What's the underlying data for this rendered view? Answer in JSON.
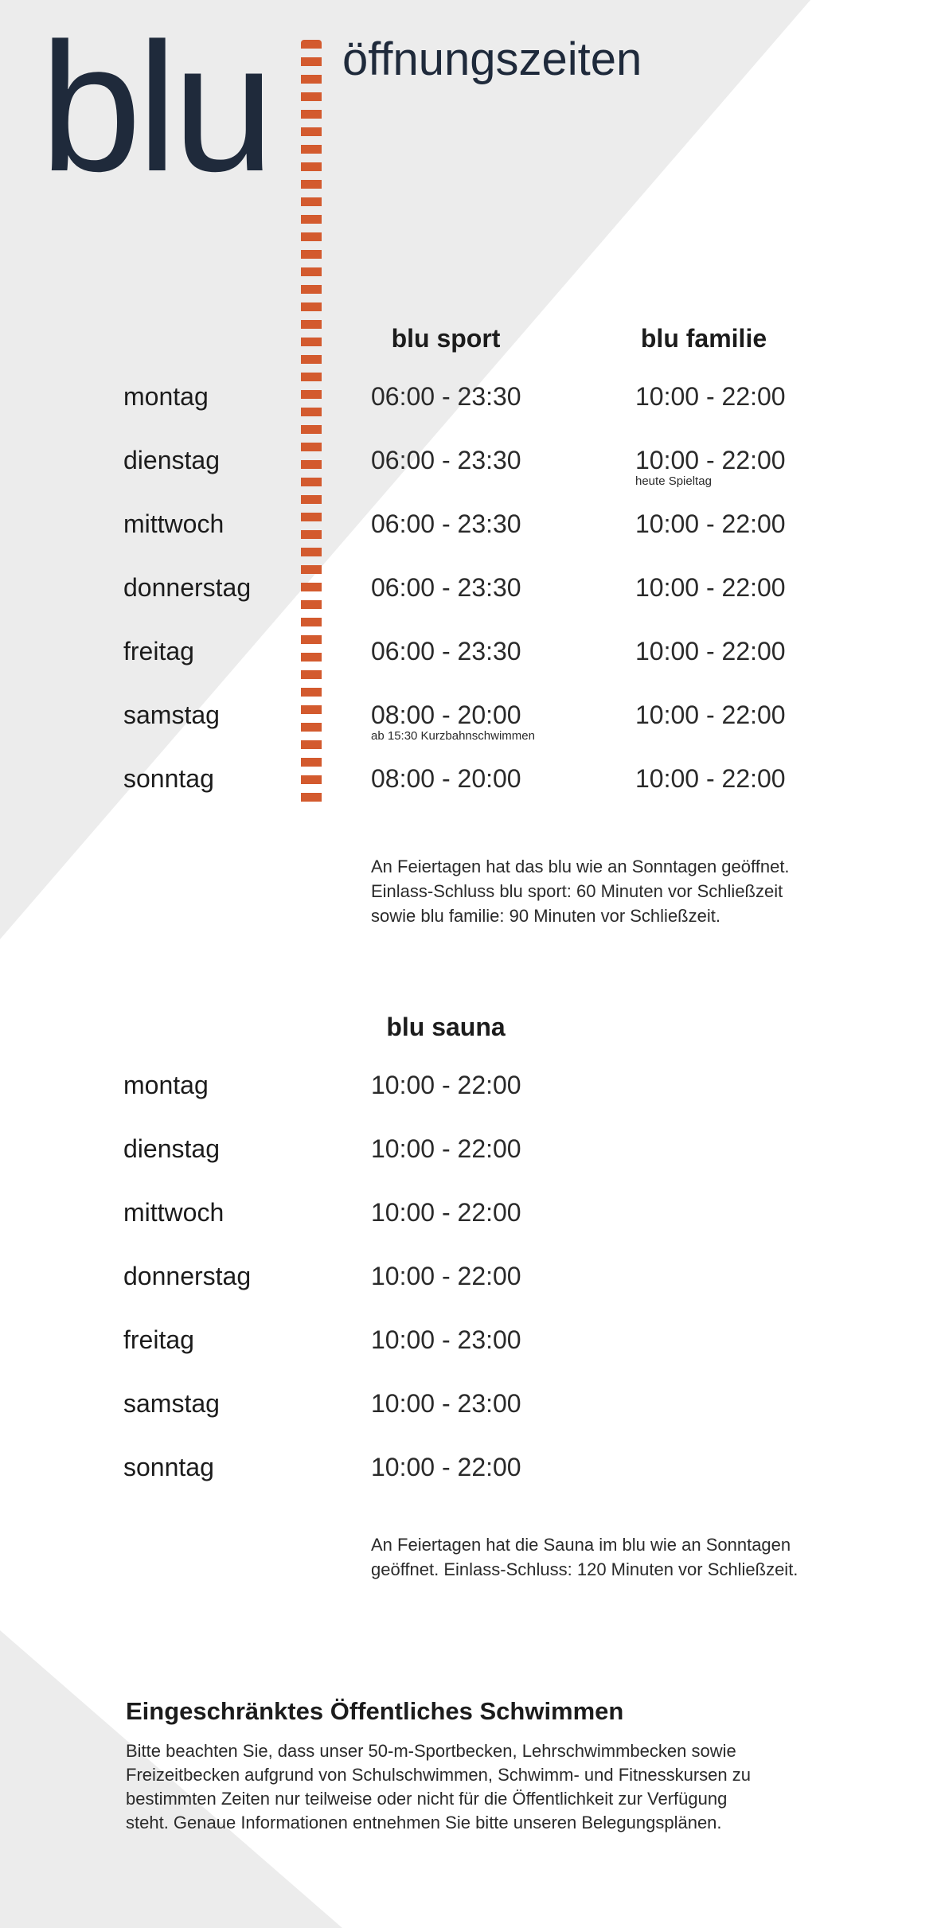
{
  "header": {
    "logo_text": "blu",
    "title": "öffnungszeiten"
  },
  "schedule_main": {
    "columns": [
      "blu sport",
      "blu familie"
    ],
    "rows": [
      {
        "day": "montag",
        "sport": "06:00 - 23:30",
        "familie": "10:00 - 22:00",
        "sport_note": "",
        "familie_note": ""
      },
      {
        "day": "dienstag",
        "sport": "06:00 - 23:30",
        "familie": "10:00 - 22:00",
        "sport_note": "",
        "familie_note": "heute Spieltag"
      },
      {
        "day": "mittwoch",
        "sport": "06:00 - 23:30",
        "familie": "10:00 - 22:00",
        "sport_note": "",
        "familie_note": ""
      },
      {
        "day": "donnerstag",
        "sport": "06:00 - 23:30",
        "familie": "10:00 - 22:00",
        "sport_note": "",
        "familie_note": ""
      },
      {
        "day": "freitag",
        "sport": "06:00 - 23:30",
        "familie": "10:00 - 22:00",
        "sport_note": "",
        "familie_note": ""
      },
      {
        "day": "samstag",
        "sport": "08:00 - 20:00",
        "familie": "10:00 - 22:00",
        "sport_note": "ab 15:30 Kurzbahnschwimmen",
        "familie_note": ""
      },
      {
        "day": "sonntag",
        "sport": "08:00 - 20:00",
        "familie": "10:00 - 22:00",
        "sport_note": "",
        "familie_note": ""
      }
    ],
    "note_lines": [
      "An Feiertagen hat das blu wie an Sonntagen geöffnet.",
      "Einlass-Schluss blu sport: 60 Minuten vor Schließzeit",
      "sowie blu familie: 90 Minuten vor Schließzeit."
    ]
  },
  "schedule_sauna": {
    "column": "blu sauna",
    "rows": [
      {
        "day": "montag",
        "time": "10:00 - 22:00"
      },
      {
        "day": "dienstag",
        "time": "10:00 - 22:00"
      },
      {
        "day": "mittwoch",
        "time": "10:00 - 22:00"
      },
      {
        "day": "donnerstag",
        "time": "10:00 - 22:00"
      },
      {
        "day": "freitag",
        "time": "10:00 - 23:00"
      },
      {
        "day": "samstag",
        "time": "10:00 - 23:00"
      },
      {
        "day": "sonntag",
        "time": "10:00 - 22:00"
      }
    ],
    "note_lines": [
      "An Feiertagen hat die Sauna im blu wie an Sonntagen",
      "geöffnet. Einlass-Schluss: 120 Minuten vor Schließzeit."
    ]
  },
  "restriction": {
    "title": "Eingeschränktes Öffentliches Schwimmen",
    "body_lines": [
      "Bitte beachten Sie, dass unser 50-m-Sportbecken, Lehrschwimmbecken sowie",
      "Freizeitbecken aufgrund von Schulschwimmen, Schwimm- und Fitnesskursen zu",
      "bestimmten Zeiten nur teilweise oder nicht für die Öffentlichkeit zur Verfügung",
      "steht. Genaue Informationen entnehmen Sie bitte unseren Belegungsplänen."
    ]
  },
  "colors": {
    "accent": "#d35a2e",
    "logo": "#1f2a3b",
    "shape": "#ececec"
  }
}
